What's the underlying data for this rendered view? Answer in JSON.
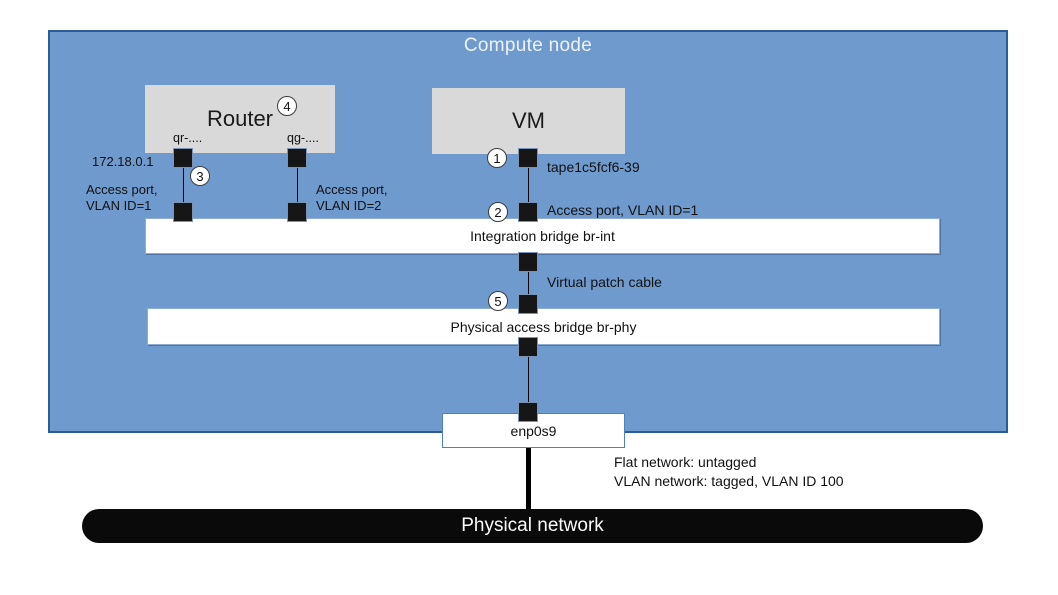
{
  "colors": {
    "compute_node_fill": "#6f9ace",
    "compute_node_border": "#2d5b96",
    "node_fill": "#d9d9d9",
    "bridge_fill": "#ffffff",
    "port_fill": "#161616",
    "physical_network_fill": "#0a0a0a",
    "title_text": "#eef2f7",
    "body_text": "#111111"
  },
  "compute_node": {
    "title": "Compute node"
  },
  "router": {
    "title": "Router",
    "port_qr": "qr-....",
    "port_qg": "qg-...."
  },
  "vm": {
    "title": "VM"
  },
  "bridges": {
    "integration": "Integration bridge br-int",
    "physical": "Physical access bridge br-phy"
  },
  "nic": {
    "label": "enp0s9"
  },
  "physical_network": {
    "label": "Physical network"
  },
  "labels": {
    "router_ip": "172.18.0.1",
    "router_access_port_1": "Access port,\nVLAN ID=1",
    "router_access_port_2": "Access port,\nVLAN ID=2",
    "vm_tap": "tape1c5fcf6-39",
    "vm_access_port": "Access port, VLAN ID=1",
    "patch_cable": "Virtual patch cable",
    "network_tagging": "Flat network: untagged\nVLAN network: tagged, VLAN ID 100"
  },
  "callouts": [
    "1",
    "2",
    "3",
    "4",
    "5"
  ]
}
